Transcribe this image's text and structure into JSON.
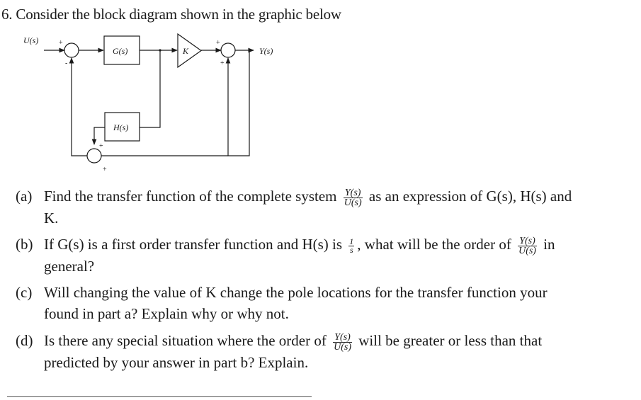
{
  "problem": {
    "title": "6. Consider the block diagram shown in the graphic below"
  },
  "diagram": {
    "input_label": "U(s)",
    "output_label": "Y(s)",
    "block_g": "G(s)",
    "block_h": "H(s)",
    "block_k": "K",
    "sign_plus": "+",
    "sign_minus": "-"
  },
  "questions": {
    "a": {
      "label": "(a)",
      "text_before": "Find the transfer function of the complete system",
      "frac_num": "Y(s)",
      "frac_den": "U(s)",
      "text_after": "as an expression of G(s), H(s) and",
      "text_cont": "K."
    },
    "b": {
      "label": "(b)",
      "text_before": "If G(s) is a first order transfer function and H(s) is",
      "h_num": "1",
      "h_den": "s",
      "text_mid": ", what will be the order of",
      "frac_num": "Y(s)",
      "frac_den": "U(s)",
      "text_after": "in",
      "text_cont": "general?"
    },
    "c": {
      "label": "(c)",
      "text_line1": "Will changing the value of K change the pole locations for the transfer function your",
      "text_line2": "found in part a? Explain why or why not."
    },
    "d": {
      "label": "(d)",
      "text_before": "Is there any special situation where the order of",
      "frac_num": "Y(s)",
      "frac_den": "U(s)",
      "text_after": "will be greater or less than that",
      "text_cont": "predicted by your answer in part b? Explain."
    }
  }
}
